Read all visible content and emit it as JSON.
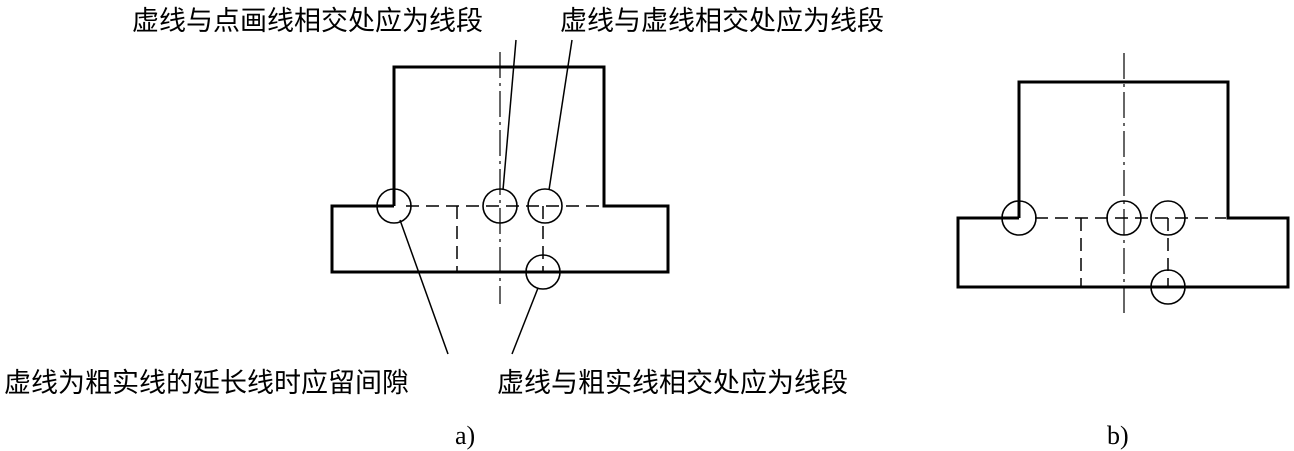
{
  "annotations": {
    "dashed_with_centerline": "虚线与点画线相交处应为线段",
    "dashed_with_dashed": "虚线与虚线相交处应为线段",
    "dashed_extension_gap": "虚线为粗实线的延长线时应留间隙",
    "dashed_with_solid": "虚线与粗实线相交处应为线段"
  },
  "captions": {
    "figure_a": "a)",
    "figure_b": "b)"
  }
}
